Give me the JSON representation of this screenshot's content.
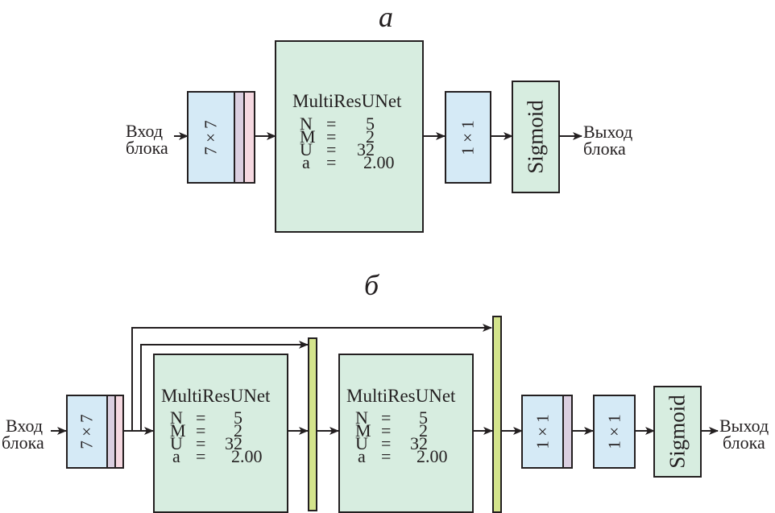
{
  "panel_a": {
    "label": "a",
    "input_label": [
      "Вход",
      "блока"
    ],
    "conv_label": "7 × 7",
    "multiresunet": {
      "title": "MultiResUNet",
      "params": [
        {
          "name": "N",
          "eq": "=",
          "value": "5"
        },
        {
          "name": "M",
          "eq": "=",
          "value": "2"
        },
        {
          "name": "U",
          "eq": "=",
          "value": "32"
        },
        {
          "name": "a",
          "eq": "=",
          "value": "2.00"
        }
      ]
    },
    "conv1x1_label": "1 × 1",
    "sigmoid_label": "Sigmoid",
    "output_label": [
      "Выход",
      "блока"
    ]
  },
  "panel_b": {
    "label": "б",
    "input_label": [
      "Вход",
      "блока"
    ],
    "conv_label": "7 × 7",
    "multiresunet_1": {
      "title": "MultiResUNet",
      "params": [
        {
          "name": "N",
          "eq": "=",
          "value": "5"
        },
        {
          "name": "M",
          "eq": "=",
          "value": "2"
        },
        {
          "name": "U",
          "eq": "=",
          "value": "32"
        },
        {
          "name": "a",
          "eq": "=",
          "value": "2.00"
        }
      ]
    },
    "multiresunet_2": {
      "title": "MultiResUNet",
      "params": [
        {
          "name": "N",
          "eq": "=",
          "value": "5"
        },
        {
          "name": "M",
          "eq": "=",
          "value": "2"
        },
        {
          "name": "U",
          "eq": "=",
          "value": "32"
        },
        {
          "name": "a",
          "eq": "=",
          "value": "2.00"
        }
      ]
    },
    "conv1x1_a_label": "1 × 1",
    "conv1x1_b_label": "1 × 1",
    "sigmoid_label": "Sigmoid",
    "output_label": [
      "Выход",
      "блока"
    ]
  },
  "colors": {
    "conv_blue": "#d5eaf6",
    "bn_purple": "#dacfe0",
    "act_pink": "#f5d8e0",
    "block_green": "#d7ede0",
    "concat_yellow": "#d4e48c",
    "line": "#231f20"
  }
}
